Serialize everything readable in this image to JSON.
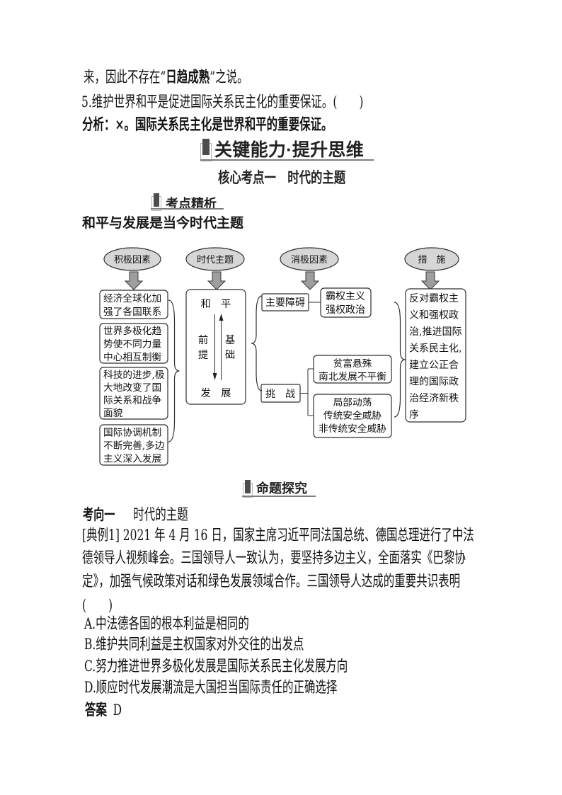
{
  "page": {
    "background": "#ffffff"
  },
  "intro": {
    "line1": {
      "pre": "来，因此不存在“",
      "em": "日趋成熟",
      "post": "”之说。"
    },
    "line2": "5.维护世界和平是促进国际关系民主化的重要保证。(　　)",
    "line3": "分析：×。国际关系民主化是世界和平的重要保证。"
  },
  "section": {
    "title": "关键能力·提升思维",
    "subtitle": "核心考点一　时代的主题",
    "block1_label": "考点精析",
    "lead": "和平与发展是当今时代主题",
    "block2_label": "命题探究"
  },
  "diagram": {
    "oval1": "积极因素",
    "oval2": "时代主题",
    "oval3": "消极因素",
    "oval4": "措　施",
    "positive_boxes": [
      [
        "经济全球化加",
        "强了各国联系"
      ],
      [
        "世界多极化趋",
        "势使不同力量",
        "中心相互制衡"
      ],
      [
        "科技的进步,极",
        "大地改变了国",
        "际关系和战争",
        "面貌"
      ],
      [
        "国际协调机制",
        "不断完善,多边",
        "主义深入发展"
      ]
    ],
    "theme_box": {
      "top": "和　平",
      "left1": "前",
      "left2": "提",
      "right1": "基",
      "right2": "础",
      "bottom": "发　展"
    },
    "obstacle_label": "主要障碍",
    "obstacle_box": [
      "霸权主义",
      "强权政治"
    ],
    "challenge_label": "挑　战",
    "challenge_box1": [
      "贫富悬殊",
      "南北发展不平衡"
    ],
    "challenge_box2": [
      "局部动荡",
      "传统安全威胁",
      "非传统安全威胁"
    ],
    "measures_box": [
      "反对霸权主",
      "义和强权政",
      "治,推进国际",
      "关系民主化,",
      "建立公正合",
      "理的国际政",
      "治经济新秩",
      "序"
    ]
  },
  "exercise": {
    "direction_label": "考向一",
    "direction_title": "时代的主题",
    "para": [
      "[典例1] 2021 年 4 月 16 日，国家主席习近平同法国总统、德国总理进行了中法",
      "德领导人视频峰会。三国领导人一致认为，要坚持多边主义，全面落实《巴黎协",
      "定》，加强气候政策对话和绿色发展领域合作。三国领导人达成的重要共识表明",
      "(　　)"
    ],
    "options": [
      "A.中法德各国的根本利益是相同的",
      "B.维护共同利益是主权国家对外交往的出发点",
      "C.努力推进世界多极化发展是国际关系民主化发展方向",
      "D.顺应时代发展潮流是大国担当国际责任的正确选择"
    ],
    "answer_label": "答案",
    "answer_value": "D"
  }
}
